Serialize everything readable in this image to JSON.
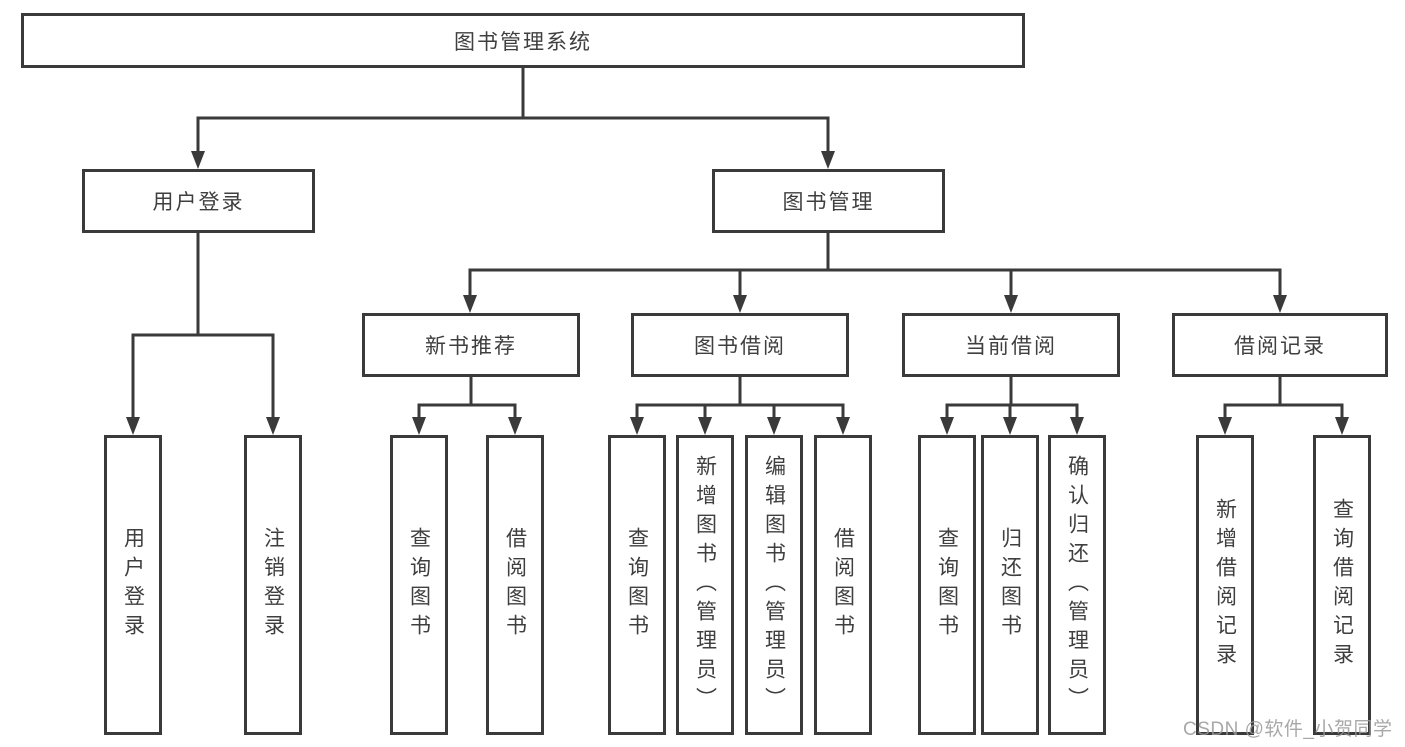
{
  "diagram": {
    "title": "图书管理系统",
    "level2": {
      "user_login": "用户登录",
      "book_mgmt": "图书管理"
    },
    "level3": {
      "new_books": "新书推荐",
      "book_borrow": "图书借阅",
      "current_borrow": "当前借阅",
      "borrow_records": "借阅记录"
    },
    "leaves": {
      "user_login": [
        "用户登录",
        "注销登录"
      ],
      "new_books": [
        "查询图书",
        "借阅图书"
      ],
      "book_borrow": [
        "查询图书",
        "新增图书（管理员）",
        "编辑图书（管理员）",
        "借阅图书"
      ],
      "current_borrow": [
        "查询图书",
        "归还图书",
        "确认归还（管理员）"
      ],
      "borrow_records": [
        "新增借阅记录",
        "查询借阅记录"
      ]
    }
  },
  "watermark": "CSDN @软件_小贺同学",
  "colors": {
    "line": "#3a3a3a",
    "text": "#3f3f3f",
    "background": "#ffffff",
    "watermark": "#9a9a9a"
  }
}
